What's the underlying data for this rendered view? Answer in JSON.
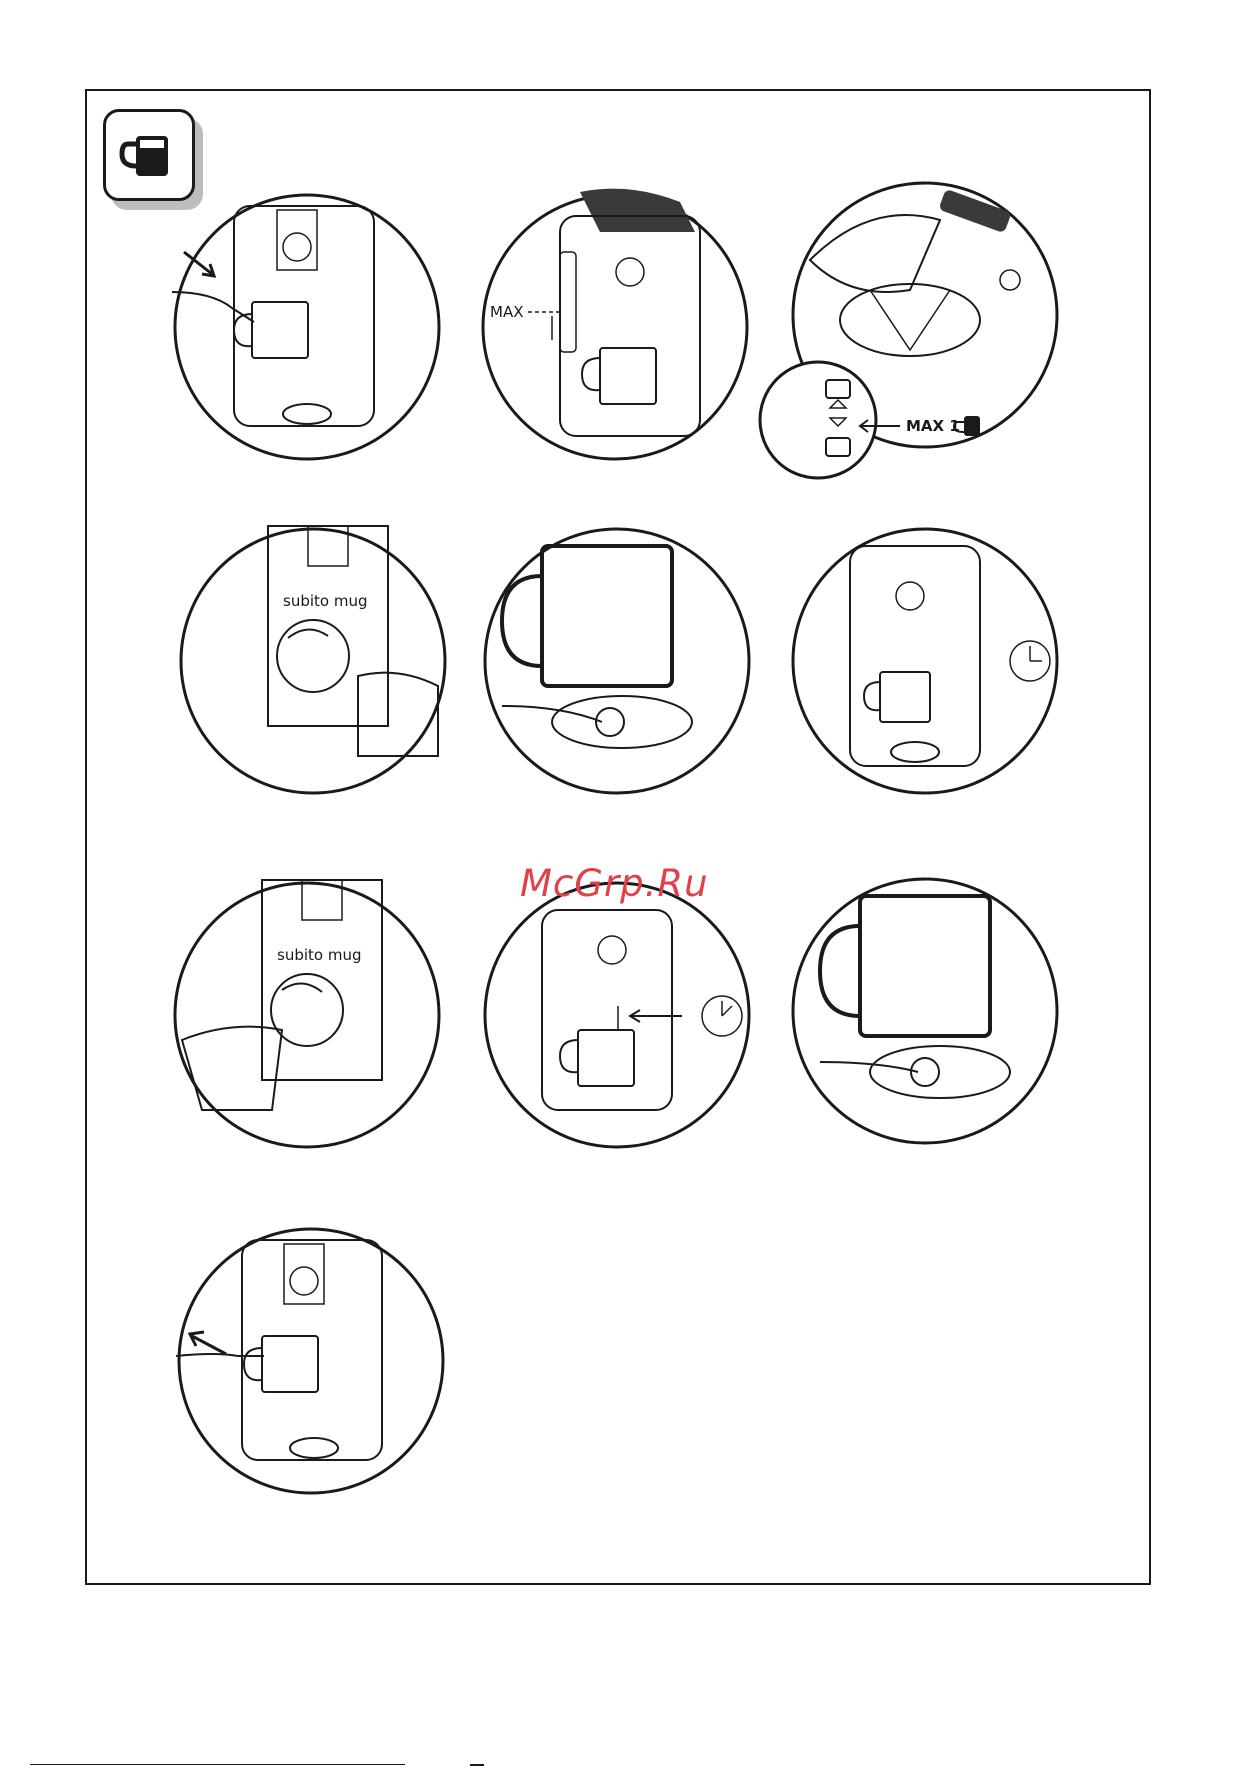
{
  "watermark": "McGrp.Ru",
  "steps": {
    "s2": {
      "max_label": "MAX"
    },
    "s3": {
      "max1_label": "MAX 1"
    },
    "s4": {
      "brand": "subito mug"
    },
    "s7": {
      "brand": "subito mug"
    }
  },
  "icons": {
    "header": "mug-icon",
    "timer": "clock-icon",
    "insert": "arrow-insert-icon",
    "remove": "arrow-remove-icon"
  },
  "colors": {
    "line": "#1a1a1a",
    "shadow": "#bdbdbd",
    "watermark": "#e04048"
  }
}
